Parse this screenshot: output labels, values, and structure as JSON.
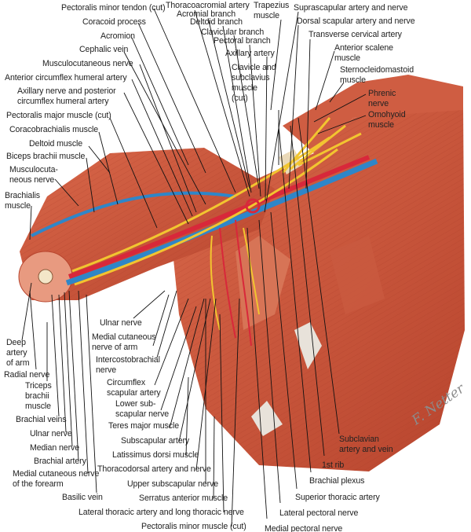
{
  "labels": [
    {
      "text": "Pectoralis minor tendon (cut)"
    },
    {
      "text": "Coracoid process"
    },
    {
      "text": "Acromion"
    },
    {
      "text": "Cephalic vein"
    },
    {
      "text": "Musculocutaneous nerve"
    },
    {
      "text": "Anterior circumflex humeral artery"
    },
    {
      "text": "Axillary nerve and posterior\ncircumflex humeral artery"
    },
    {
      "text": "Pectoralis major muscle (cut)"
    },
    {
      "text": "Coracobrachialis muscle"
    },
    {
      "text": "Deltoid muscle"
    },
    {
      "text": "Biceps brachii muscle"
    },
    {
      "text": "Musculocuta-\nneous nerve"
    },
    {
      "text": "Brachialis\nmuscle"
    },
    {
      "text": "Thoracoacromial artery"
    },
    {
      "text": "Acromial branch"
    },
    {
      "text": "Deltoid branch"
    },
    {
      "text": "Clavicular branch"
    },
    {
      "text": "Pectoral branch"
    },
    {
      "text": "Axillary artery"
    },
    {
      "text": "Clavicle and\nsubclavius\nmuscle\n(cut)"
    },
    {
      "text": "Trapezius\nmuscle"
    },
    {
      "text": "Suprascapular artery and nerve"
    },
    {
      "text": "Dorsal scapular artery and nerve"
    },
    {
      "text": "Transverse cervical artery"
    },
    {
      "text": "Anterior scalene\nmuscle"
    },
    {
      "text": "Sternocleidomastoid\nmuscle"
    },
    {
      "text": "Phrenic\nnerve"
    },
    {
      "text": "Omohyoid\nmuscle"
    },
    {
      "text": "Ulnar nerve"
    },
    {
      "text": "Medial cutaneous\nnerve of arm"
    },
    {
      "text": "Intercostobrachial\nnerve"
    },
    {
      "text": "Circumflex\nscapular artery"
    },
    {
      "text": "Lower sub-\nscapular nerve"
    },
    {
      "text": "Teres major muscle"
    },
    {
      "text": "Subscapular artery"
    },
    {
      "text": "Latissimus dorsi muscle"
    },
    {
      "text": "Thoracodorsal artery and nerve"
    },
    {
      "text": "Upper subscapular nerve"
    },
    {
      "text": "Serratus anterior muscle"
    },
    {
      "text": "Lateral thoracic artery and long thoracic nerve"
    },
    {
      "text": "Pectoralis minor muscle (cut)"
    },
    {
      "text": "Deep\nartery\nof arm"
    },
    {
      "text": "Radial nerve"
    },
    {
      "text": "Triceps\nbrachii\nmuscle"
    },
    {
      "text": "Brachial veins"
    },
    {
      "text": "Ulnar nerve"
    },
    {
      "text": "Median nerve"
    },
    {
      "text": "Brachial artery"
    },
    {
      "text": "Medial cutaneous nerve\nof the forearm"
    },
    {
      "text": "Basilic vein"
    },
    {
      "text": "Subclavian\nartery and vein"
    },
    {
      "text": "1st rib"
    },
    {
      "text": "Brachial plexus"
    },
    {
      "text": "Superior thoracic artery"
    },
    {
      "text": "Lateral pectoral nerve"
    },
    {
      "text": "Medial pectoral nerve"
    }
  ],
  "signature": "F. Netter M.D.",
  "colors": {
    "muscle": "#c8563c",
    "muscle_light": "#e08a6c",
    "artery": "#d8283a",
    "vein": "#2f86c8",
    "nerve": "#f2c530",
    "tendon": "#ead9b8"
  }
}
